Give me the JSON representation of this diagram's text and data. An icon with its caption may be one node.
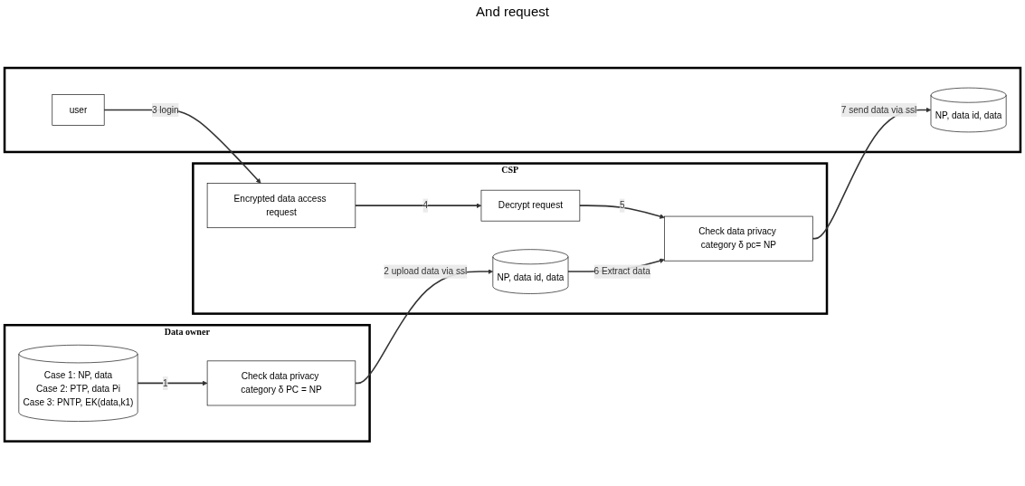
{
  "diagram": {
    "nodes": [
      {
        "text": [
          "Data owner"
        ]
      },
      {
        "text": [
          "Case 1: NP, data",
          "Case 2: PTP, data Pi",
          "Case 3: PNTP, EK(data,k1)"
        ],
        "in": 0
      },
      {
        "text": [
          "Check data privacy category δ PC = NP"
        ],
        "in": 0
      },
      {
        "text": [
          "CSP"
        ]
      },
      {
        "text": [
          "NP, data id, data"
        ],
        "in": 3
      },
      {
        "text": [
          "Encrypted data access request"
        ],
        "in": 3
      },
      {
        "text": [
          "Decrypt request"
        ],
        "in": 3
      },
      {
        "text": [
          "Check data privacy category δ pc= NP"
        ],
        "in": 3
      },
      {
        "text": [],
        "shape": "box"
      },
      {
        "text": [
          "user"
        ],
        "in": 8
      },
      {
        "text": [
          "NP, data id, data"
        ],
        "in": 8
      }
    ],
    "edges": [
      {
        "from": 1,
        "to": 2,
        "arrow": "to",
        "label": "1"
      },
      {
        "from": 2,
        "to": 4,
        "arrow": "to",
        "label": "2 upload data via ssl"
      },
      {
        "from": 9,
        "to": 5,
        "arrow": "to",
        "label": "3 login"
      },
      {
        "from": 5,
        "to": 6,
        "arrow": "to",
        "label": "4"
      },
      {
        "from": 6,
        "to": 7,
        "arrow": "to",
        "label": "5"
      },
      {
        "from": 4,
        "to": 7,
        "arrow": "to",
        "label": "6 Extract data"
      },
      {
        "from": 7,
        "to": 10,
        "arrow": "to",
        "label": "7 send data via ssl"
      }
    ],
    "labels": [
      "And request"
    ]
  }
}
